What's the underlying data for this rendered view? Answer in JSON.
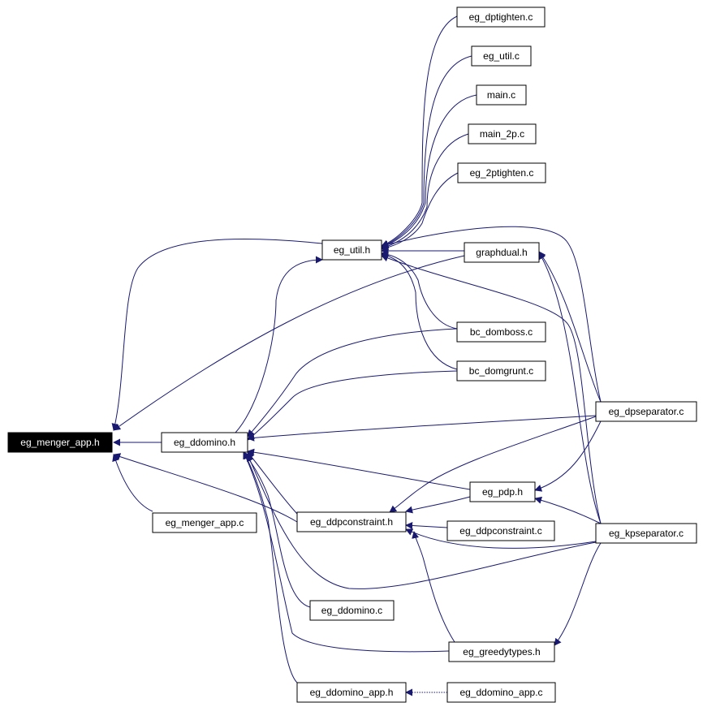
{
  "nodes": [
    {
      "id": "menger_app_h",
      "label": "eg_menger_app.h",
      "root": true
    },
    {
      "id": "menger_app_c",
      "label": "eg_menger_app.c"
    },
    {
      "id": "ddomino_h",
      "label": "eg_ddomino.h"
    },
    {
      "id": "util_h",
      "label": "eg_util.h"
    },
    {
      "id": "dptighten_c",
      "label": "eg_dptighten.c"
    },
    {
      "id": "util_c",
      "label": "eg_util.c"
    },
    {
      "id": "main_c",
      "label": "main.c"
    },
    {
      "id": "main_2p_c",
      "label": "main_2p.c"
    },
    {
      "id": "ptighten2_c",
      "label": "eg_2ptighten.c"
    },
    {
      "id": "graphdual_h",
      "label": "graphdual.h"
    },
    {
      "id": "bc_domboss_c",
      "label": "bc_domboss.c"
    },
    {
      "id": "bc_domgrunt_c",
      "label": "bc_domgrunt.c"
    },
    {
      "id": "dpseparator_c",
      "label": "eg_dpseparator.c"
    },
    {
      "id": "pdp_h",
      "label": "eg_pdp.h"
    },
    {
      "id": "ddpconstraint_h",
      "label": "eg_ddpconstraint.h"
    },
    {
      "id": "ddpconstraint_c",
      "label": "eg_ddpconstraint.c"
    },
    {
      "id": "kpseparator_c",
      "label": "eg_kpseparator.c"
    },
    {
      "id": "ddomino_c",
      "label": "eg_ddomino.c"
    },
    {
      "id": "greedytypes_h",
      "label": "eg_greedytypes.h"
    },
    {
      "id": "ddomino_app_h",
      "label": "eg_ddomino_app.h"
    },
    {
      "id": "ddomino_app_c",
      "label": "eg_ddomino_app.c"
    }
  ],
  "edges": [
    {
      "from": "menger_app_c",
      "to": "menger_app_h"
    },
    {
      "from": "ddomino_h",
      "to": "menger_app_h"
    },
    {
      "from": "util_h",
      "to": "menger_app_h"
    },
    {
      "from": "graphdual_h",
      "to": "menger_app_h"
    },
    {
      "from": "ddpconstraint_h",
      "to": "menger_app_h"
    },
    {
      "from": "dptighten_c",
      "to": "util_h"
    },
    {
      "from": "util_c",
      "to": "util_h"
    },
    {
      "from": "main_c",
      "to": "util_h"
    },
    {
      "from": "main_2p_c",
      "to": "util_h"
    },
    {
      "from": "ptighten2_c",
      "to": "util_h"
    },
    {
      "from": "graphdual_h",
      "to": "util_h"
    },
    {
      "from": "bc_domboss_c",
      "to": "util_h"
    },
    {
      "from": "bc_domgrunt_c",
      "to": "util_h"
    },
    {
      "from": "dpseparator_c",
      "to": "util_h"
    },
    {
      "from": "kpseparator_c",
      "to": "util_h"
    },
    {
      "from": "ddomino_h",
      "to": "util_h"
    },
    {
      "from": "bc_domboss_c",
      "to": "ddomino_h"
    },
    {
      "from": "bc_domgrunt_c",
      "to": "ddomino_h"
    },
    {
      "from": "dpseparator_c",
      "to": "ddomino_h"
    },
    {
      "from": "pdp_h",
      "to": "ddomino_h"
    },
    {
      "from": "ddpconstraint_h",
      "to": "ddomino_h"
    },
    {
      "from": "kpseparator_c",
      "to": "ddomino_h"
    },
    {
      "from": "ddomino_c",
      "to": "ddomino_h"
    },
    {
      "from": "greedytypes_h",
      "to": "ddomino_h"
    },
    {
      "from": "ddomino_app_h",
      "to": "ddomino_h"
    },
    {
      "from": "ddomino_app_c",
      "to": "ddomino_app_h",
      "style": "dashed"
    },
    {
      "from": "pdp_h",
      "to": "ddpconstraint_h"
    },
    {
      "from": "ddpconstraint_c",
      "to": "ddpconstraint_h"
    },
    {
      "from": "dpseparator_c",
      "to": "ddpconstraint_h"
    },
    {
      "from": "kpseparator_c",
      "to": "ddpconstraint_h"
    },
    {
      "from": "greedytypes_h",
      "to": "ddpconstraint_h"
    },
    {
      "from": "kpseparator_c",
      "to": "pdp_h"
    },
    {
      "from": "dpseparator_c",
      "to": "pdp_h"
    },
    {
      "from": "dpseparator_c",
      "to": "graphdual_h"
    },
    {
      "from": "kpseparator_c",
      "to": "graphdual_h"
    },
    {
      "from": "kpseparator_c",
      "to": "greedytypes_h"
    }
  ],
  "colors": {
    "edge": "#191970",
    "root_fill": "#000000",
    "root_text": "#ffffff",
    "node_fill": "#ffffff",
    "node_border": "#000000"
  }
}
